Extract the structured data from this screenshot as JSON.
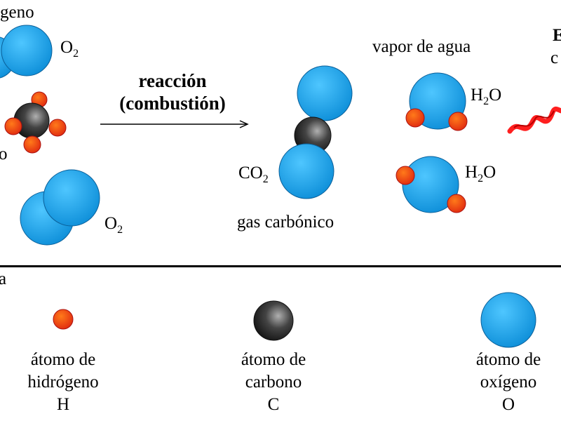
{
  "colors": {
    "oxygen": "#1aa2e6",
    "carbon": "#3a3a3a",
    "hydrogen": "#e8401a",
    "divider": "#000000",
    "flame": "#ff1f1f"
  },
  "reactants": {
    "oxygen_top_partial": "geno",
    "o2_top": {
      "symbol": "O",
      "subscript": "2"
    },
    "methane_partial": "o",
    "o2_bottom": {
      "symbol": "O",
      "subscript": "2"
    }
  },
  "arrow": {
    "line1": "reacción",
    "line2": "(combustión)"
  },
  "products": {
    "co2": {
      "symbol": "CO",
      "subscript": "2",
      "name": "gas carbónico"
    },
    "water_title": "vapor de agua",
    "h2o_top": {
      "symbol": "H",
      "subscript": "2",
      "tail": "O"
    },
    "h2o_bottom": {
      "symbol": "H",
      "subscript": "2",
      "tail": "O"
    },
    "energy_partial_top": "E",
    "energy_partial_bottom": "c"
  },
  "legend": {
    "partial": "a",
    "hydrogen": {
      "line1": "átomo de",
      "line2": "hidrógeno",
      "symbol": "H"
    },
    "carbon": {
      "line1": "átomo de",
      "line2": "carbono",
      "symbol": "C"
    },
    "oxygen": {
      "line1": "átomo de",
      "line2": "oxígeno",
      "symbol": "O"
    }
  }
}
